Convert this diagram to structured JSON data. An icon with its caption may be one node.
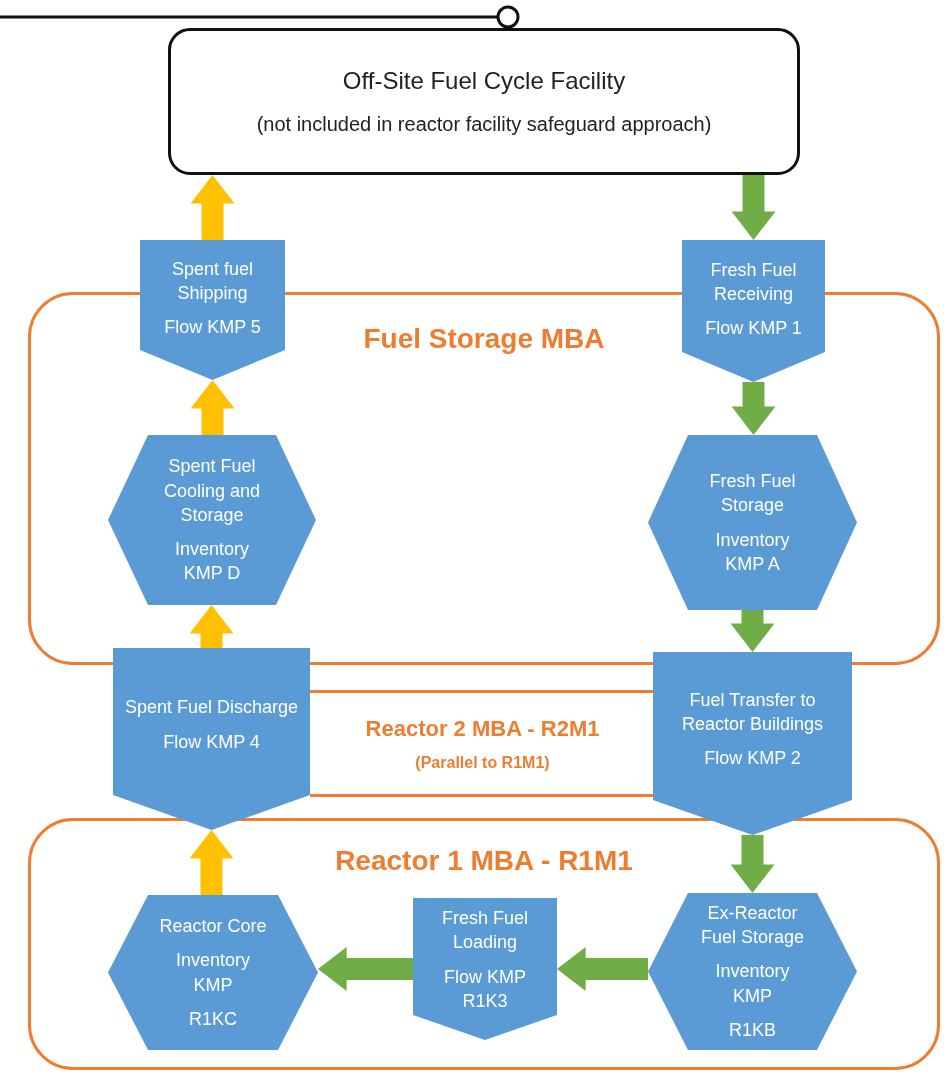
{
  "diagram": {
    "nodes": [
      {
        "text": [
          "Off-Site Fuel Cycle Facility",
          "(not included in reactor facility safeguard approach)"
        ]
      },
      {
        "text": [
          "Fuel Storage MBA"
        ]
      },
      {
        "text": [
          "Reactor 2 MBA - R2M1",
          "(Parallel to R1M1)"
        ]
      },
      {
        "text": [
          "Reactor 1 MBA - R1M1"
        ]
      },
      {
        "text": [
          "Spent fuel Shipping",
          "Flow KMP 5"
        ]
      },
      {
        "text": [
          "Fresh Fuel Receiving",
          "Flow KMP 1"
        ]
      },
      {
        "text": [
          "Spent Fuel Cooling and Storage",
          "Inventory KMP D"
        ],
        "in": 1
      },
      {
        "text": [
          "Fresh Fuel Storage",
          "Inventory KMP A"
        ],
        "in": 1
      },
      {
        "text": [
          "Spent Fuel Discharge",
          "Flow KMP 4"
        ]
      },
      {
        "text": [
          "Fuel Transfer to Reactor Buildings",
          "Flow KMP 2"
        ]
      },
      {
        "text": [
          "Reactor Core",
          "Inventory KMP",
          "R1KC"
        ],
        "in": 3
      },
      {
        "text": [
          "Fresh Fuel Loading",
          "Flow KMP R1K3"
        ],
        "in": 3
      },
      {
        "text": [
          "Ex-Reactor Fuel Storage",
          "Inventory KMP",
          "R1KB"
        ],
        "in": 3
      }
    ],
    "edges": [
      {
        "from": 4,
        "to": 0,
        "arrow": "to",
        "color": "#ffc000"
      },
      {
        "from": 0,
        "to": 5,
        "arrow": "to"
      },
      {
        "from": 6,
        "to": 4,
        "arrow": "to",
        "color": "#ffc000"
      },
      {
        "from": 5,
        "to": 7,
        "arrow": "to"
      },
      {
        "from": 8,
        "to": 6,
        "arrow": "to",
        "color": "#ffc000"
      },
      {
        "from": 7,
        "to": 9,
        "arrow": "to"
      },
      {
        "from": 9,
        "to": 12,
        "arrow": "to"
      },
      {
        "from": 12,
        "to": 11,
        "arrow": "to"
      },
      {
        "from": 11,
        "to": 10,
        "arrow": "to"
      },
      {
        "from": 10,
        "to": 8,
        "arrow": "to",
        "color": "#ffc000"
      }
    ]
  }
}
